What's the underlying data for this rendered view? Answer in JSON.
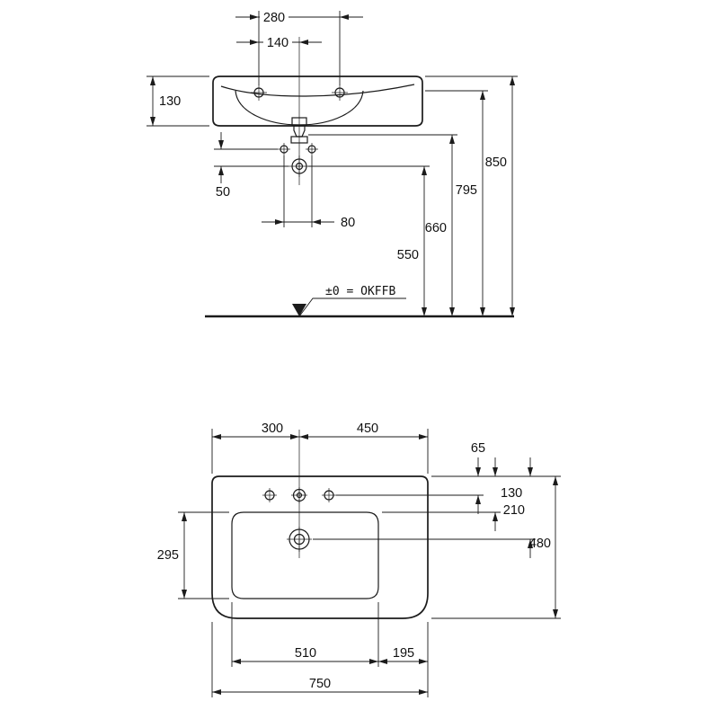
{
  "front_view": {
    "d280": "280",
    "d140": "140",
    "d130": "130",
    "d50": "50",
    "d80": "80",
    "d550": "550",
    "d660": "660",
    "d795": "795",
    "d850": "850",
    "datum": "±0 = OKFFB"
  },
  "plan_view": {
    "d300": "300",
    "d450": "450",
    "d65": "65",
    "d130": "130",
    "d210": "210",
    "d480": "480",
    "d295": "295",
    "d510": "510",
    "d195": "195",
    "d750": "750"
  }
}
